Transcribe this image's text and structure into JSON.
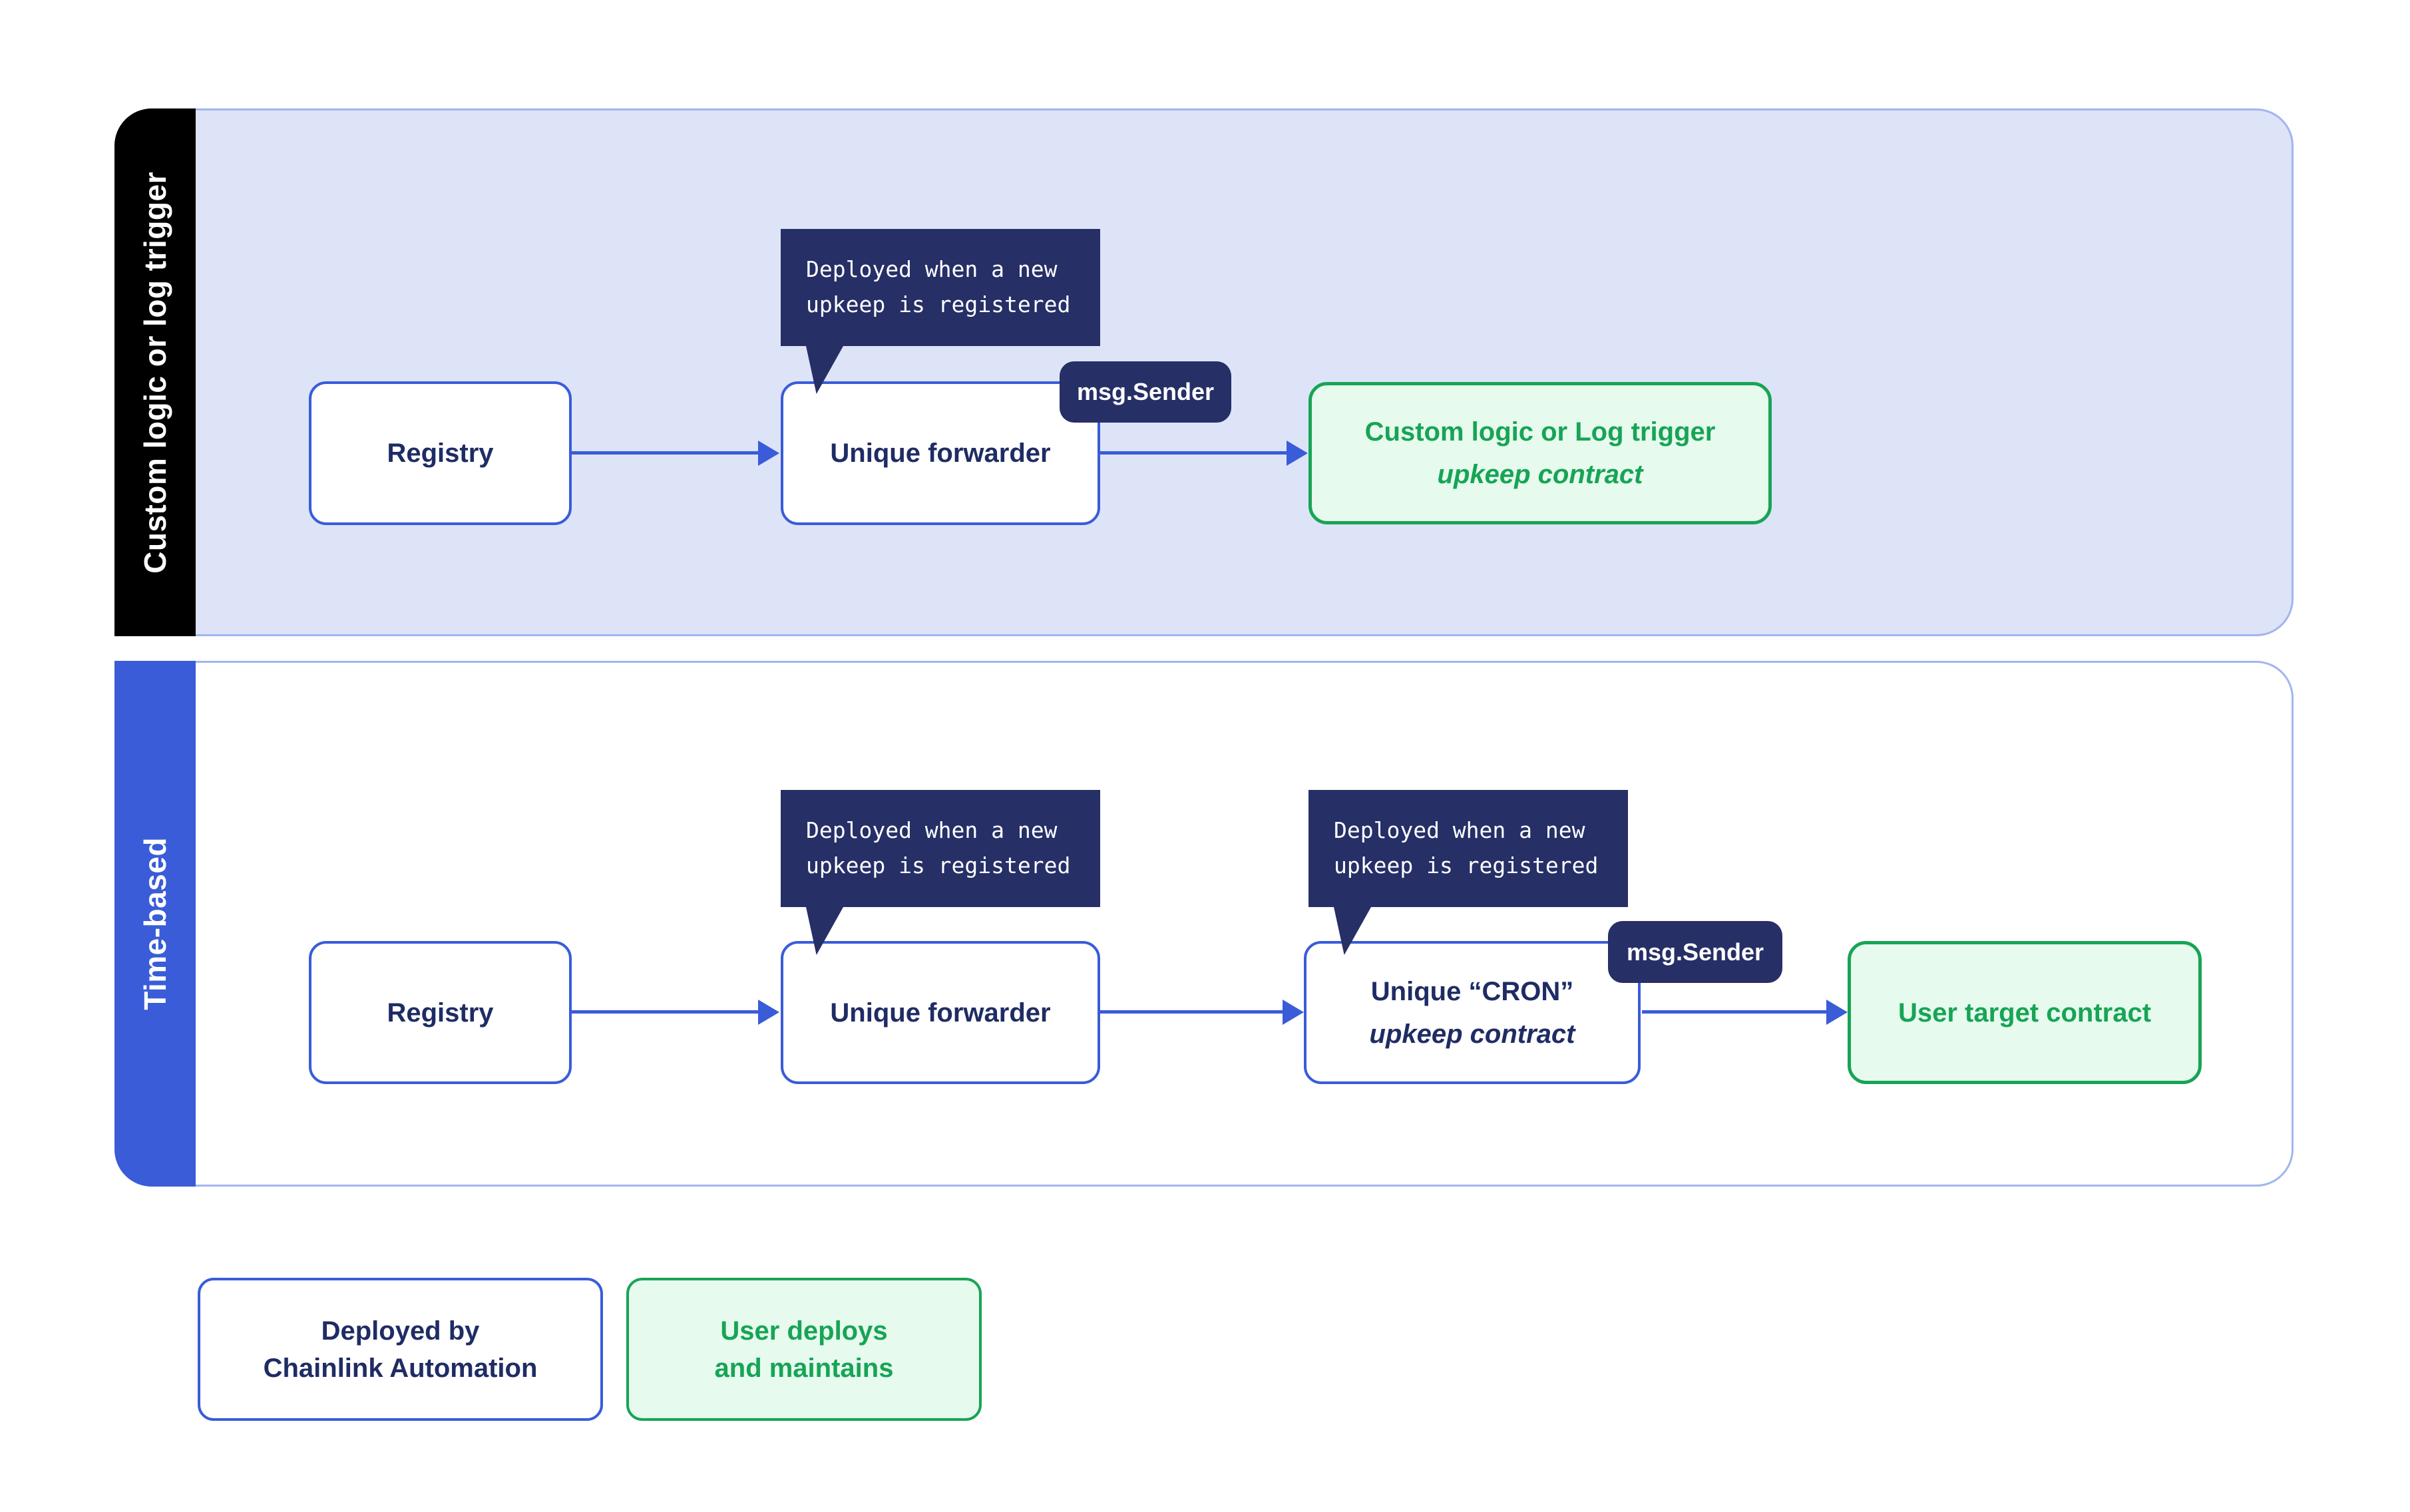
{
  "top_section": {
    "sidebar_label": "Custom logic or log trigger",
    "registry_label": "Registry",
    "forwarder_label": "Unique forwarder",
    "upkeep_title": "Custom logic or Log trigger",
    "upkeep_subtitle": "upkeep contract",
    "tooltip": {
      "line1": "Deployed when a new",
      "line2": "upkeep is registered"
    },
    "badge_label": "msg.Sender"
  },
  "bottom_section": {
    "sidebar_label": "Time-based",
    "registry_label": "Registry",
    "forwarder_label": "Unique forwarder",
    "cron_title": "Unique “CRON”",
    "cron_subtitle": "upkeep contract",
    "target_label": "User target contract",
    "forwarder_tooltip": {
      "line1": "Deployed when a new",
      "line2": "upkeep is registered"
    },
    "cron_tooltip": {
      "line1": "Deployed when a new",
      "line2": "upkeep is registered"
    },
    "badge_label": "msg.Sender"
  },
  "legend": {
    "chainlink_box": {
      "line1": "Deployed by",
      "line2": "Chainlink Automation"
    },
    "user_box": {
      "line1": "User deploys",
      "line2": "and maintains"
    }
  },
  "colors": {
    "accent_blue": "#3a5cd9",
    "navy": "#262f66",
    "text_navy": "#1f2c64",
    "green": "#17a455",
    "mint_fill": "#e6faee",
    "panel_fill": "#dde4f8",
    "panel_border": "#a2b5ee",
    "sidebar_black": "#000000",
    "white": "#ffffff"
  }
}
